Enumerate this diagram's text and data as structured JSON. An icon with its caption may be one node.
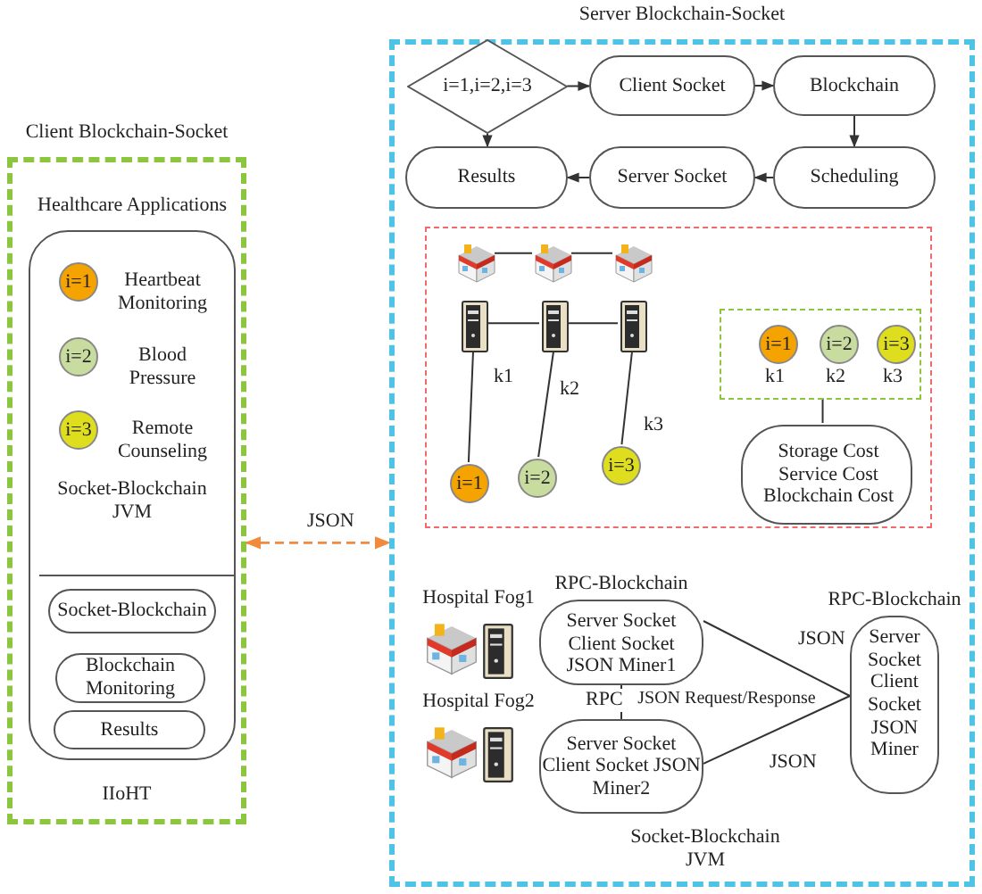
{
  "diagram": {
    "nodes": [
      {
        "text": [
          "Client Blockchain-Socket",
          "IIoHT"
        ]
      },
      {
        "text": [
          "Healthcare Applications",
          "Socket-Blockchain JVM"
        ],
        "in": 0
      },
      {
        "text": [
          "i=1"
        ],
        "in": 1,
        "beside": [
          "Heartbeat Monitoring"
        ]
      },
      {
        "text": [
          "i=2"
        ],
        "in": 1,
        "beside": [
          "Blood Pressure"
        ]
      },
      {
        "text": [
          "i=3"
        ],
        "in": 1,
        "beside": [
          "Remote Counseling"
        ]
      },
      {
        "text": [
          "Socket-Blockchain"
        ],
        "in": 1
      },
      {
        "text": [
          "Blockchain Monitoring"
        ],
        "in": 1
      },
      {
        "text": [
          "Results"
        ],
        "in": 1
      },
      {
        "text": [
          "Server Blockchain-Socket"
        ]
      },
      {
        "text": [
          "i=1,i=2,i=3"
        ],
        "in": 8
      },
      {
        "text": [
          "Client Socket"
        ],
        "in": 8
      },
      {
        "text": [
          "Blockchain"
        ],
        "in": 8
      },
      {
        "text": [
          "Results"
        ],
        "in": 8
      },
      {
        "text": [
          "Server Socket"
        ],
        "in": 8
      },
      {
        "text": [
          "Scheduling"
        ],
        "in": 8
      },
      {
        "text": [],
        "shape": "box",
        "in": 8
      },
      {
        "text": [],
        "shape": "picture",
        "in": 15
      },
      {
        "text": [],
        "shape": "picture",
        "in": 15
      },
      {
        "text": [],
        "shape": "picture",
        "in": 15
      },
      {
        "text": [],
        "shape": "picture",
        "in": 15
      },
      {
        "text": [],
        "shape": "picture",
        "in": 15
      },
      {
        "text": [],
        "shape": "picture",
        "in": 15
      },
      {
        "text": [],
        "shape": "box",
        "in": 15
      },
      {
        "text": [
          "i=1"
        ],
        "in": 22,
        "beside": [
          "k1"
        ]
      },
      {
        "text": [
          "i=2"
        ],
        "in": 22,
        "beside": [
          "k2"
        ]
      },
      {
        "text": [
          "i=3"
        ],
        "in": 22,
        "beside": [
          "k3"
        ]
      },
      {
        "text": [
          "i=1"
        ],
        "in": 15
      },
      {
        "text": [
          "i=2"
        ],
        "in": 15
      },
      {
        "text": [
          "i=3"
        ],
        "in": 15
      },
      {
        "text": [
          "Storage Cost Service Cost Blockchain Cost"
        ],
        "in": 15
      },
      {
        "text": [
          "Hospital Fog1"
        ],
        "in": 8
      },
      {
        "text": [
          "RPC-Blockchain",
          "Server Socket Client Socket JSON Miner1"
        ],
        "in": 8
      },
      {
        "text": [
          "RPC-Blockchain",
          "Server Socket Client Socket JSON Miner"
        ],
        "in": 8
      },
      {
        "text": [
          "Hospital Fog2"
        ],
        "in": 8
      },
      {
        "text": [
          "Server Socket Client Socket JSON Miner2"
        ],
        "in": 8
      }
    ],
    "edges": [
      {
        "from": 9,
        "to": 10,
        "arrow": "to"
      },
      {
        "from": 10,
        "to": 11,
        "arrow": "to"
      },
      {
        "from": 11,
        "to": 14,
        "arrow": "to"
      },
      {
        "from": 14,
        "to": 13,
        "arrow": "to"
      },
      {
        "from": 13,
        "to": 12,
        "arrow": "to"
      },
      {
        "from": 9,
        "to": 12,
        "arrow": "to"
      },
      {
        "from": 0,
        "to": 8,
        "arrow": "both",
        "label": "JSON",
        "style": "dashed",
        "color": "#f08a3c"
      },
      {
        "from": 16,
        "to": 17,
        "arrow": "none"
      },
      {
        "from": 17,
        "to": 18,
        "arrow": "none"
      },
      {
        "from": 19,
        "to": 20,
        "arrow": "none"
      },
      {
        "from": 20,
        "to": 21,
        "arrow": "none"
      },
      {
        "from": 19,
        "to": 26,
        "arrow": "none"
      },
      {
        "from": 20,
        "to": 27,
        "arrow": "none"
      },
      {
        "from": 21,
        "to": 28,
        "arrow": "none"
      },
      {
        "from": 22,
        "to": 29,
        "arrow": "none"
      },
      {
        "from": 31,
        "to": 34,
        "arrow": "none",
        "label": "RPC"
      },
      {
        "from": 31,
        "to": 32,
        "arrow": "none",
        "label": "JSON"
      },
      {
        "from": 34,
        "to": 32,
        "arrow": "none",
        "label": "JSON"
      }
    ],
    "labels": [
      "k1",
      "k2",
      "k3",
      "JSON Request/Response",
      "Socket-Blockchain JVM"
    ]
  }
}
